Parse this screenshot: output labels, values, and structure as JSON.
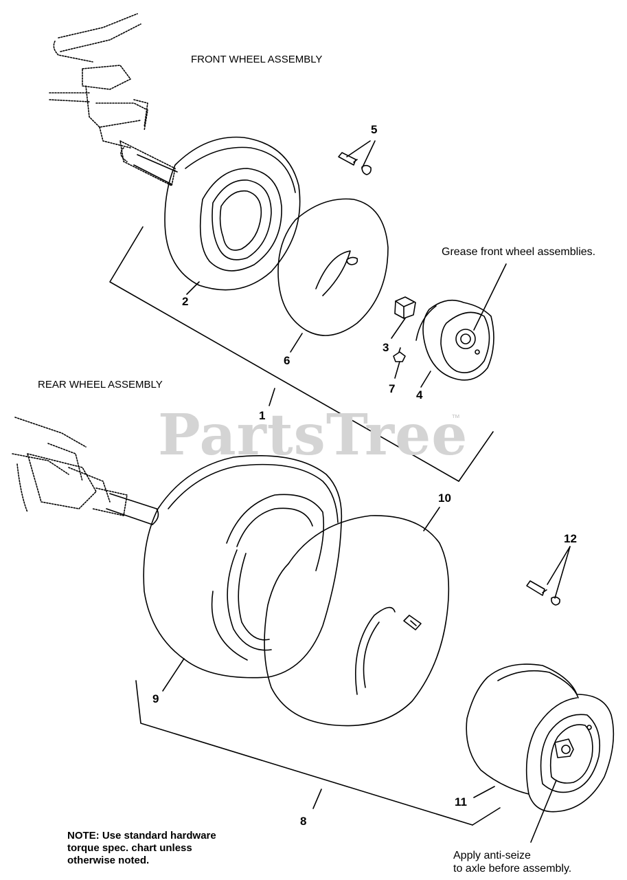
{
  "titles": {
    "front": "FRONT WHEEL ASSEMBLY",
    "rear": "REAR WHEEL ASSEMBLY"
  },
  "callouts": {
    "grease": "Grease front wheel assemblies.",
    "anti_seize_line1": "Apply anti-seize",
    "anti_seize_line2": "to axle before assembly."
  },
  "note": {
    "line1": "NOTE: Use standard hardware",
    "line2": "torque spec. chart unless",
    "line3": "otherwise noted."
  },
  "watermark": {
    "text": "PartsTree",
    "mark": "™"
  },
  "part_numbers": {
    "p1": "1",
    "p2": "2",
    "p3": "3",
    "p4": "4",
    "p5": "5",
    "p6": "6",
    "p7": "7",
    "p8": "8",
    "p9": "9",
    "p10": "10",
    "p11": "11",
    "p12": "12"
  }
}
